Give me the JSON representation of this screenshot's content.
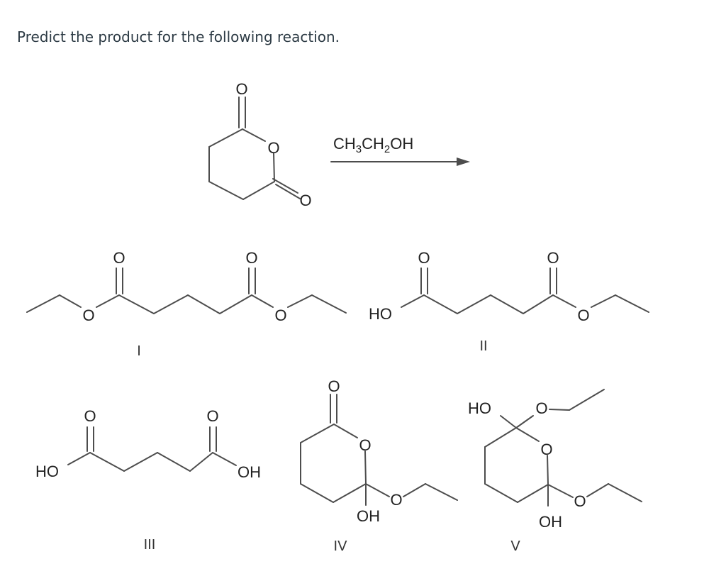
{
  "question": "Predict the product for the following reaction.",
  "reagent": {
    "p1": "CH",
    "s1": "3",
    "p2": "CH",
    "s2": "2",
    "p3": "OH"
  },
  "atoms": {
    "O": "O",
    "HO": "HO",
    "OH": "OH"
  },
  "numerals": {
    "I": "I",
    "II": "II",
    "III": "III",
    "IV": "IV",
    "V": "V"
  },
  "colors": {
    "text": "#2d3b45",
    "bond": "#4d4d4d",
    "atom": "#222222"
  }
}
